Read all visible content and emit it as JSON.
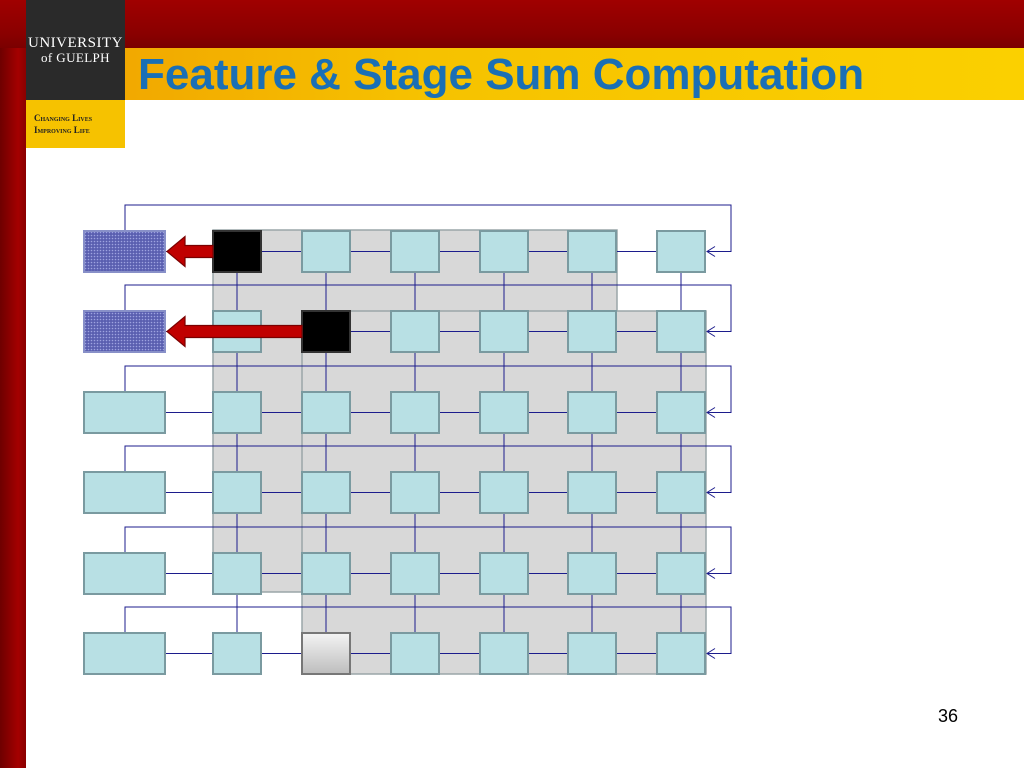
{
  "slide": {
    "title": "Feature & Stage Sum Computation",
    "page_number": "36"
  },
  "logo": {
    "line1": "UNIVERSITY",
    "line2": "of GUELPH",
    "tagline_line1": "Changing Lives",
    "tagline_line2": "Improving Life"
  },
  "colors": {
    "title": "#1a6fb5",
    "cell_fill": "#b8e0e4",
    "cell_stroke": "#7a9aa0",
    "highlight_cell": "#000000",
    "accumulator_fill": "#5a5fb0",
    "arrow": "#c00000",
    "wire": "#1c1c8c",
    "window_bg": "#d8d8d8",
    "gold": "#f6c200",
    "maroon": "#8a0000"
  },
  "diagram": {
    "rows": 6,
    "cols": 6,
    "black_cells": [
      [
        0,
        0
      ],
      [
        1,
        1
      ]
    ],
    "gray_cells": [
      [
        5,
        1
      ]
    ],
    "accumulator_rows": [
      0,
      1
    ]
  }
}
